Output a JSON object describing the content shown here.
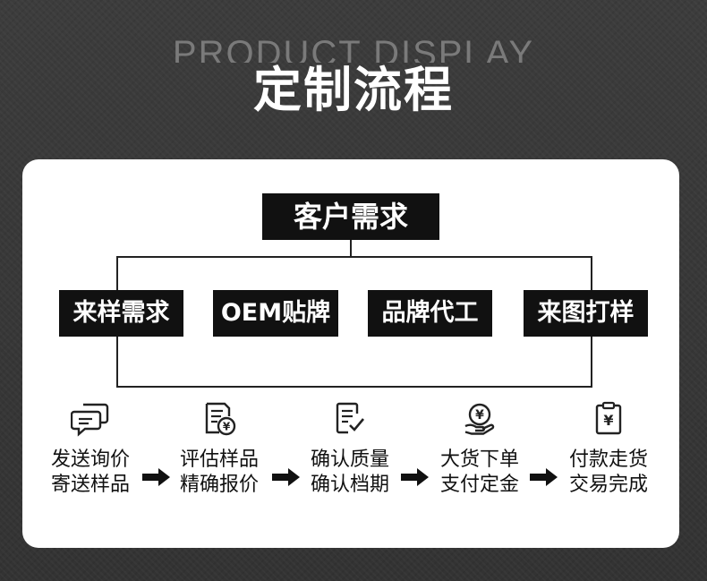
{
  "header": {
    "subtitle": "PRODUCT DISPLAY",
    "title": "定制流程"
  },
  "top_node": "客户需求",
  "categories": [
    {
      "label": "来样需求"
    },
    {
      "label": "OEM贴牌"
    },
    {
      "label": "品牌代工"
    },
    {
      "label": "来图打样"
    }
  ],
  "steps": [
    {
      "line1": "发送询价",
      "line2": "寄送样品",
      "icon": "chat-bubbles-icon"
    },
    {
      "line1": "评估样品",
      "line2": "精确报价",
      "icon": "document-yen-icon"
    },
    {
      "line1": "确认质量",
      "line2": "确认档期",
      "icon": "checklist-icon"
    },
    {
      "line1": "大货下单",
      "line2": "支付定金",
      "icon": "yen-coin-hand-icon"
    },
    {
      "line1": "付款走货",
      "line2": "交易完成",
      "icon": "clipboard-yen-icon"
    }
  ],
  "colors": {
    "background": "#383838",
    "card": "#ffffff",
    "box": "#111111",
    "text": "#111111"
  }
}
